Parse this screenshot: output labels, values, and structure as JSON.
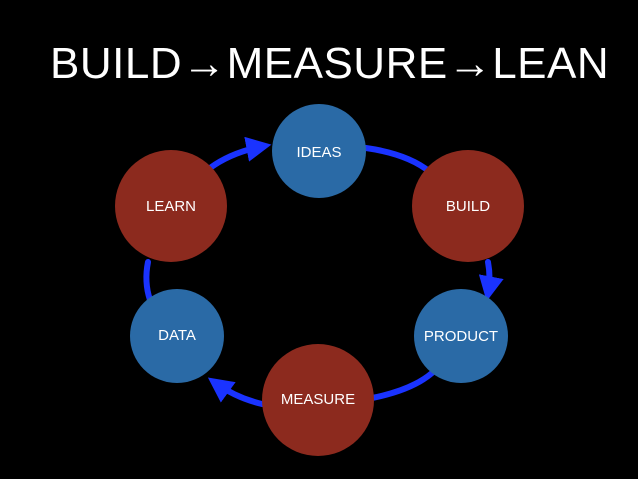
{
  "title": "BUILD→MEASURE→LEAN",
  "colors": {
    "background": "#000000",
    "title": "#ffffff",
    "arrow": "#1a33ff",
    "blue_node": "#2a6aa6",
    "red_node": "#8c2a1e",
    "label": "#ffffff"
  },
  "nodes": [
    {
      "id": "ideas",
      "label": "IDEAS",
      "color": "blue"
    },
    {
      "id": "build",
      "label": "BUILD",
      "color": "red"
    },
    {
      "id": "product",
      "label": "PRODUCT",
      "color": "blue"
    },
    {
      "id": "measure",
      "label": "MEASURE",
      "color": "red"
    },
    {
      "id": "data",
      "label": "DATA",
      "color": "blue"
    },
    {
      "id": "learn",
      "label": "LEARN",
      "color": "red"
    }
  ],
  "edges": [
    {
      "from": "ideas",
      "to": "build",
      "arrowhead": false
    },
    {
      "from": "build",
      "to": "product",
      "arrowhead": true
    },
    {
      "from": "product",
      "to": "measure",
      "arrowhead": false
    },
    {
      "from": "measure",
      "to": "data",
      "arrowhead": true
    },
    {
      "from": "data",
      "to": "learn",
      "arrowhead": false
    },
    {
      "from": "learn",
      "to": "ideas",
      "arrowhead": true
    }
  ]
}
